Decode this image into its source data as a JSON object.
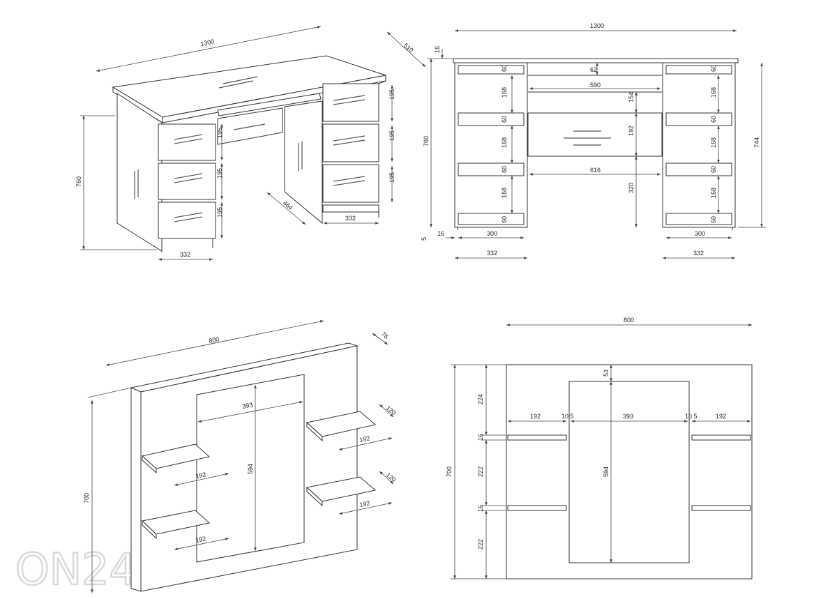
{
  "watermark": "ON24",
  "desk_iso": {
    "width": "1300",
    "depth": "510",
    "height": "760",
    "drawer_h": "195",
    "drawer_w": "332",
    "leg_space": "464"
  },
  "desk_front": {
    "width": "1300",
    "top": "16",
    "height": "760",
    "inner_h": "744",
    "gap": "60",
    "drawer_h": "168",
    "kbd_gap": "62",
    "kbd_w": "590",
    "mid_h1": "154",
    "mid_h2": "192",
    "inner_w": "616",
    "leg_h": "320",
    "base": "16",
    "foot": "5",
    "drawer_w": "300",
    "cab_w": "332"
  },
  "shelf_iso": {
    "width": "800",
    "depth": "76",
    "height": "700",
    "mirror_w": "393",
    "mirror_h": "594",
    "shelf_w": "192",
    "shelf_d": "120"
  },
  "shelf_front": {
    "width": "800",
    "height": "700",
    "top_gap": "53",
    "side": "192",
    "gap": "10.5",
    "mirror": "393",
    "seg1": "224",
    "shelf_t": "16",
    "seg2": "222",
    "seg3": "222",
    "mirror_h": "594"
  }
}
